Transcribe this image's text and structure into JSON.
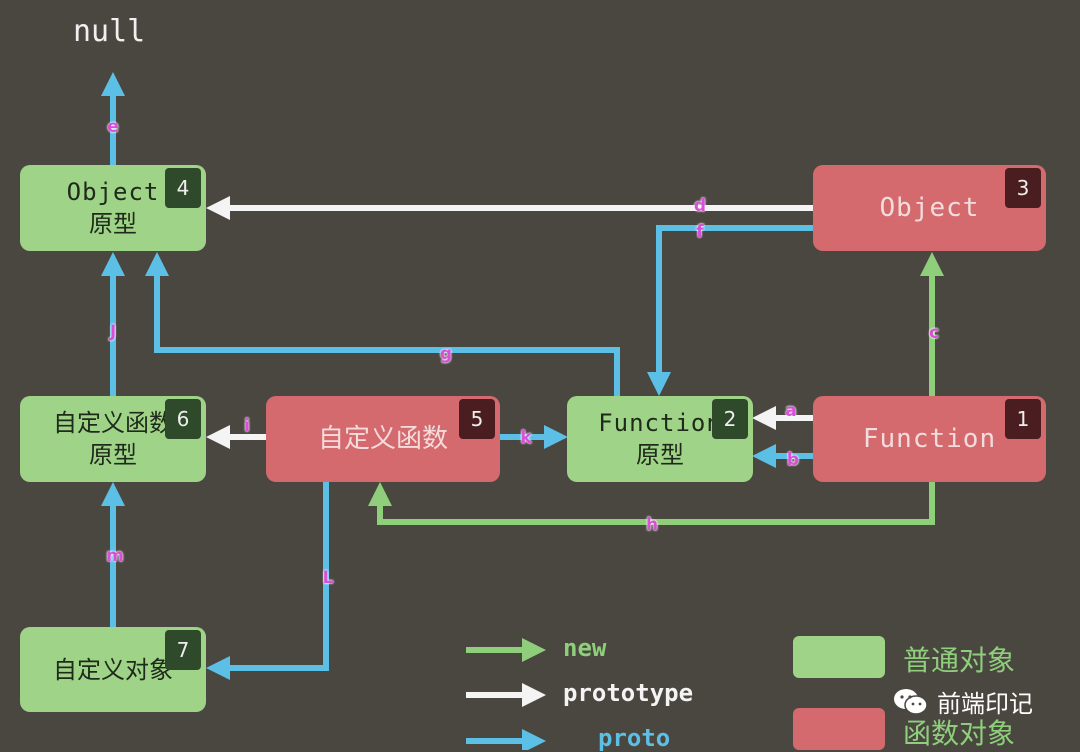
{
  "colors": {
    "background": "#4a4740",
    "ordinary_object": "#9fd488",
    "function_object": "#d46a6e",
    "new": "#8fcf7c",
    "prototype": "#f4f4f4",
    "proto": "#5bbfe6",
    "edge_label": "#d84fd8"
  },
  "null_label": "null",
  "nodes": [
    {
      "id": "1",
      "line1": "Function",
      "line2": "",
      "type": "function"
    },
    {
      "id": "2",
      "line1": "Function",
      "line2": "原型",
      "type": "ordinary"
    },
    {
      "id": "3",
      "line1": "Object",
      "line2": "",
      "type": "function"
    },
    {
      "id": "4",
      "line1": "Object",
      "line2": "原型",
      "type": "ordinary"
    },
    {
      "id": "5",
      "line1": "自定义函数",
      "line2": "",
      "type": "function"
    },
    {
      "id": "6",
      "line1": "自定义函数",
      "line2": "原型",
      "type": "ordinary"
    },
    {
      "id": "7",
      "line1": "自定义对象",
      "line2": "",
      "type": "ordinary"
    }
  ],
  "edges": [
    {
      "label": "a",
      "from": "1",
      "to": "2",
      "kind": "prototype"
    },
    {
      "label": "b",
      "from": "1",
      "to": "2",
      "kind": "proto"
    },
    {
      "label": "c",
      "from": "1",
      "to": "3",
      "kind": "new"
    },
    {
      "label": "d",
      "from": "3",
      "to": "4",
      "kind": "prototype"
    },
    {
      "label": "e",
      "from": "4",
      "to": "null",
      "kind": "proto"
    },
    {
      "label": "f",
      "from": "3",
      "to": "2",
      "kind": "proto"
    },
    {
      "label": "g",
      "from": "2",
      "to": "4",
      "kind": "proto"
    },
    {
      "label": "h",
      "from": "1",
      "to": "5",
      "kind": "new"
    },
    {
      "label": "i",
      "from": "5",
      "to": "6",
      "kind": "prototype"
    },
    {
      "label": "J",
      "from": "6",
      "to": "4",
      "kind": "proto"
    },
    {
      "label": "k",
      "from": "5",
      "to": "2",
      "kind": "proto"
    },
    {
      "label": "L",
      "from": "5",
      "to": "7",
      "kind": "proto"
    },
    {
      "label": "m",
      "from": "7",
      "to": "6",
      "kind": "proto"
    }
  ],
  "legend": {
    "new": "new",
    "prototype": "prototype",
    "proto": "proto",
    "ordinary": "普通对象",
    "function": "函数对象"
  },
  "watermark": "前端印记"
}
